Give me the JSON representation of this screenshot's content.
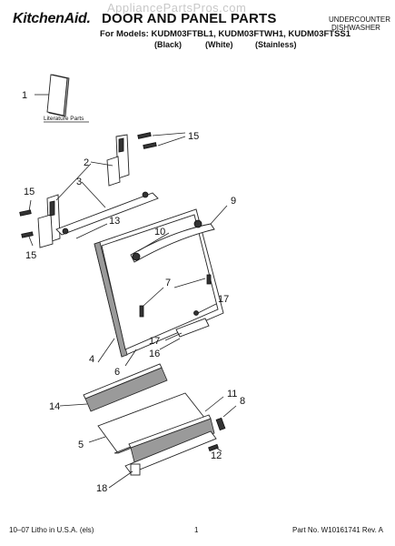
{
  "header": {
    "brand": "KitchenAid.",
    "title": "DOOR AND PANEL PARTS",
    "models": "For Models: KUDM03FTBL1, KUDM03FTWH1, KUDM03FTSS1",
    "variants": [
      "(Black)",
      "(White)",
      "(Stainless)"
    ],
    "category_line1": "UNDERCOUNTER",
    "category_line2": "DISHWASHER",
    "watermark": "AppliancePartsPros.com"
  },
  "diagram": {
    "literature_label": "Literature Parts",
    "callouts": [
      "1",
      "2",
      "3",
      "15",
      "15",
      "15",
      "13",
      "9",
      "10",
      "7",
      "17",
      "17",
      "16",
      "4",
      "6",
      "11",
      "8",
      "14",
      "5",
      "12",
      "18"
    ]
  },
  "footer": {
    "litho": "10–07 Litho in U.S.A. (els)",
    "page": "1",
    "part_number": "Part No. W10161741 Rev. A"
  }
}
